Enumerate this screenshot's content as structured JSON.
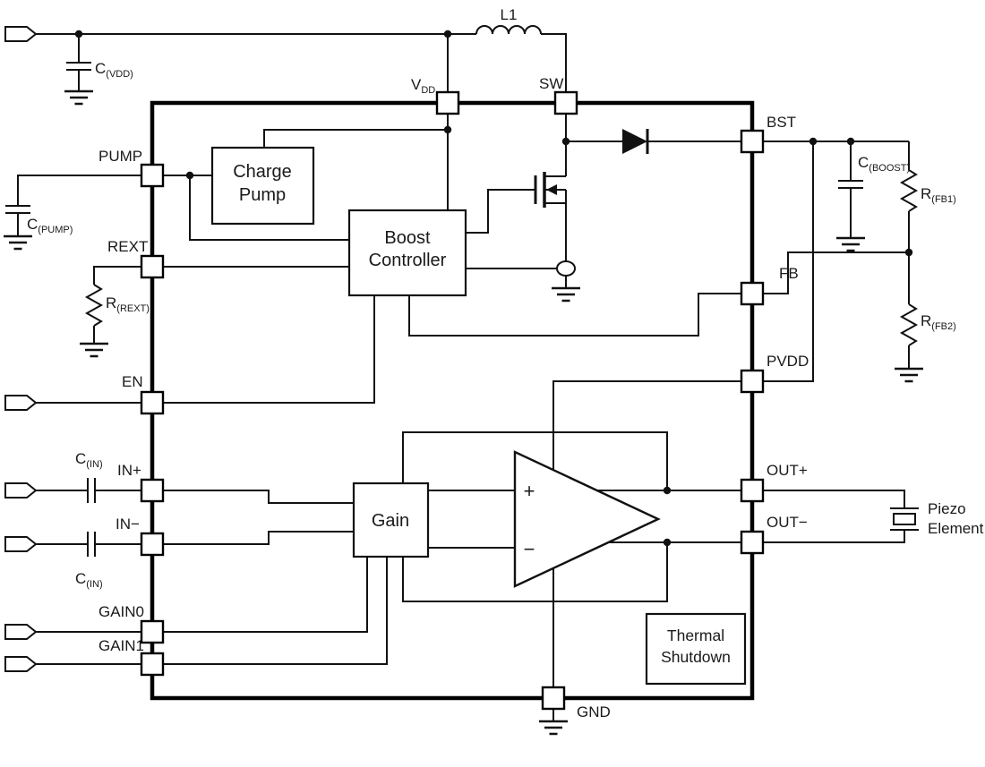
{
  "ic": {
    "pins": {
      "vdd": {
        "main": "V",
        "sub": "DD"
      },
      "sw": "SW",
      "pump": "PUMP",
      "rext": "REXT",
      "en": "EN",
      "in_plus": "IN+",
      "in_minus": "IN−",
      "gain0": "GAIN0",
      "gain1": "GAIN1",
      "bst": "BST",
      "fb": "FB",
      "pvdd": "PVDD",
      "out_plus": "OUT+",
      "out_minus": "OUT−",
      "gnd": "GND"
    },
    "blocks": {
      "charge_pump_line1": "Charge",
      "charge_pump_line2": "Pump",
      "boost_line1": "Boost",
      "boost_line2": "Controller",
      "gain": "Gain",
      "thermal_line1": "Thermal",
      "thermal_line2": "Shutdown"
    },
    "opamp": {
      "plus": "+",
      "minus": "−"
    }
  },
  "external": {
    "l1": "L1",
    "c_vdd": {
      "main": "C",
      "sub": "(VDD)"
    },
    "c_pump": {
      "main": "C",
      "sub": "(PUMP)"
    },
    "r_rext": {
      "main": "R",
      "sub": "(REXT)"
    },
    "c_in_top": {
      "main": "C",
      "sub": "(IN)"
    },
    "c_in_bottom": {
      "main": "C",
      "sub": "(IN)"
    },
    "c_boost": {
      "main": "C",
      "sub": "(BOOST)"
    },
    "r_fb1": {
      "main": "R",
      "sub": "(FB1)"
    },
    "r_fb2": {
      "main": "R",
      "sub": "(FB2)"
    },
    "piezo_line1": "Piezo",
    "piezo_line2": "Element"
  }
}
